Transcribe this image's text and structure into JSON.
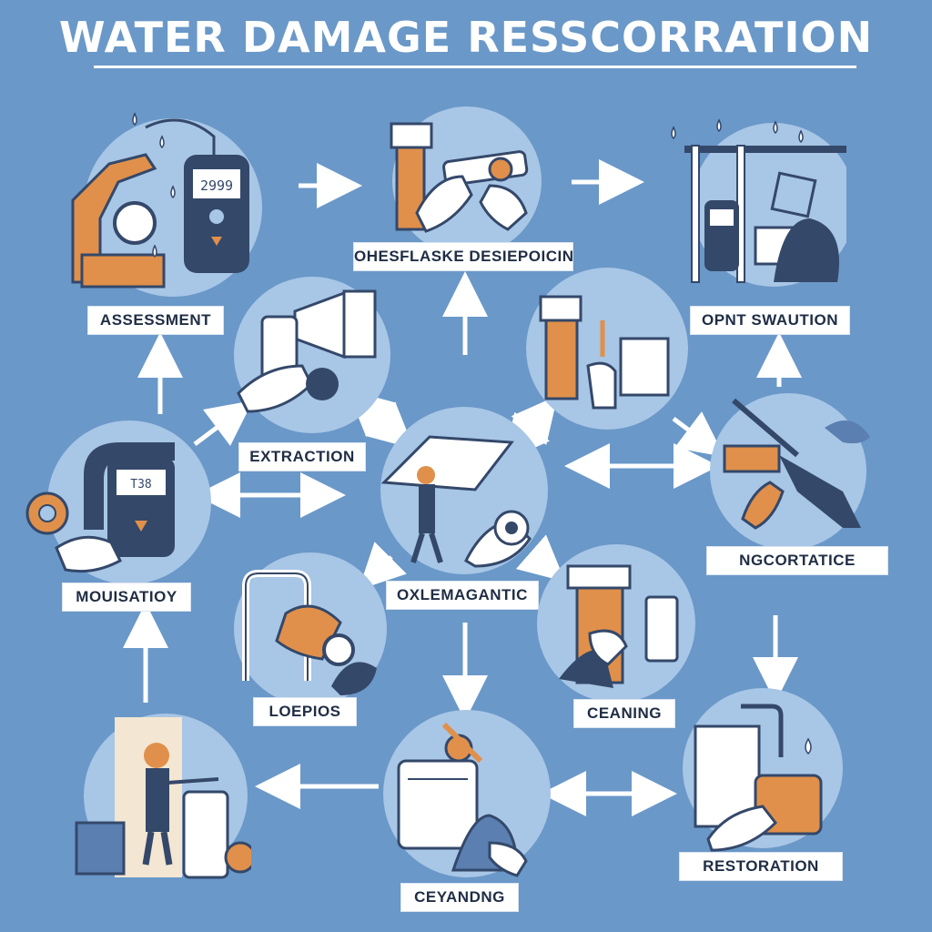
{
  "title": "WATER DAMAGE RESSCORRATION",
  "colors": {
    "background": "#6a98c8",
    "circle": "#a8c6e6",
    "accent_orange": "#e0904a",
    "navy": "#34486a",
    "white": "#ffffff"
  },
  "nodes": [
    {
      "id": "assessment",
      "label": "ASSESSMENT",
      "icon": "moisture-meter-icon"
    },
    {
      "id": "desiccation",
      "label": "OHESFLASKE DESIEPOICIN",
      "icon": "gloved-hand-pipe-icon"
    },
    {
      "id": "evaluation",
      "label": "OPNT SWAUTION",
      "icon": "drying-equipment-icon"
    },
    {
      "id": "extraction",
      "label": "EXTRACTION",
      "icon": "extraction-device-icon"
    },
    {
      "id": "center-top-right",
      "label": "",
      "icon": "humidity-monitor-icon"
    },
    {
      "id": "monitoring",
      "label": "MOUISATIOY",
      "icon": "moisture-meter-gear-icon"
    },
    {
      "id": "center",
      "label": "OXLEMAGANTIC",
      "icon": "worker-carrying-panel-icon"
    },
    {
      "id": "ngcortatice",
      "label": "NGCORTATICE",
      "icon": "power-tool-icon"
    },
    {
      "id": "loepios",
      "label": "LOEPIOS",
      "icon": "sanding-tool-icon"
    },
    {
      "id": "cleaning",
      "label": "CEANING",
      "icon": "cleaning-cabinet-icon"
    },
    {
      "id": "technician",
      "label": "",
      "icon": "technician-with-machine-icon"
    },
    {
      "id": "ceyandng",
      "label": "CEYANDNG",
      "icon": "water-extractor-icon"
    },
    {
      "id": "restoration",
      "label": "RESTORATION",
      "icon": "restoration-hand-icon"
    }
  ]
}
